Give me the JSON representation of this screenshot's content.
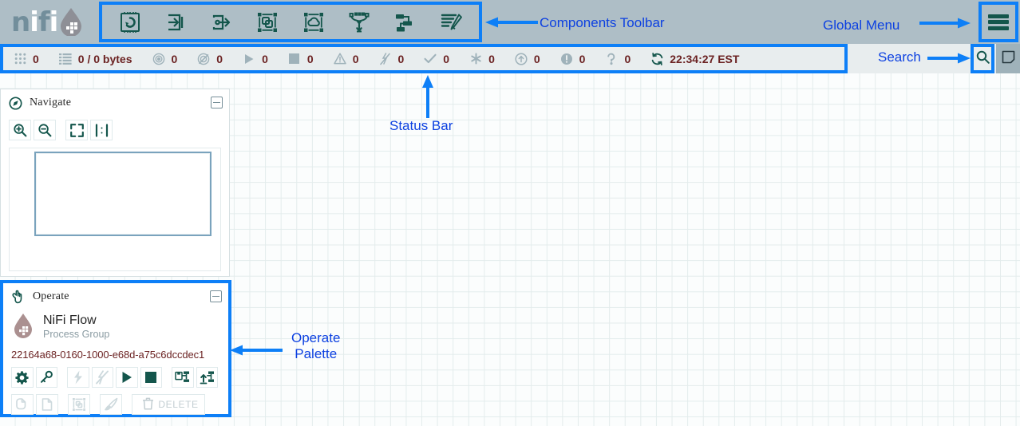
{
  "app": {
    "logo": {
      "text": "nifi",
      "icon": "water-drop-icon"
    }
  },
  "header": {
    "components_toolbar": {
      "items": [
        {
          "name": "processor-tool",
          "label": "Processor",
          "icon": "processor-icon"
        },
        {
          "name": "input-port-tool",
          "label": "Input Port",
          "icon": "input-port-icon"
        },
        {
          "name": "output-port-tool",
          "label": "Output Port",
          "icon": "output-port-icon"
        },
        {
          "name": "process-group-tool",
          "label": "Process Group",
          "icon": "process-group-icon"
        },
        {
          "name": "remote-process-group-tool",
          "label": "Remote Process Group",
          "icon": "remote-process-group-icon"
        },
        {
          "name": "funnel-tool",
          "label": "Funnel",
          "icon": "funnel-icon"
        },
        {
          "name": "template-tool",
          "label": "Template",
          "icon": "template-icon"
        },
        {
          "name": "label-tool",
          "label": "Label",
          "icon": "label-icon"
        }
      ]
    },
    "global_menu": {
      "label": "Global Menu",
      "icon": "hamburger-icon"
    }
  },
  "status_bar": {
    "items": [
      {
        "name": "active-thread-count",
        "icon": "process-groups-icon",
        "value": "0"
      },
      {
        "name": "queued-flowfiles",
        "icon": "queue-list-icon",
        "value": "0 / 0 bytes"
      },
      {
        "name": "transmitting-ports",
        "icon": "transmitting-icon",
        "value": "0"
      },
      {
        "name": "not-transmitting-ports",
        "icon": "not-transmitting-icon",
        "value": "0"
      },
      {
        "name": "running-components",
        "icon": "play-icon",
        "value": "0"
      },
      {
        "name": "stopped-components",
        "icon": "stop-icon",
        "value": "0"
      },
      {
        "name": "invalid-components",
        "icon": "warning-triangle-icon",
        "value": "0"
      },
      {
        "name": "disabled-components",
        "icon": "disabled-icon",
        "value": "0"
      },
      {
        "name": "up-to-date-versions",
        "icon": "check-icon",
        "value": "0"
      },
      {
        "name": "locally-modified-versions",
        "icon": "asterisk-icon",
        "value": "0"
      },
      {
        "name": "stale-versions",
        "icon": "up-arrow-circle-icon",
        "value": "0"
      },
      {
        "name": "locally-modified-and-stale-versions",
        "icon": "exclamation-circle-icon",
        "value": "0"
      },
      {
        "name": "sync-failure-versions",
        "icon": "question-mark-icon",
        "value": "0"
      },
      {
        "name": "last-refreshed",
        "icon": "refresh-icon",
        "value": "22:34:27 EST"
      }
    ]
  },
  "search": {
    "label": "Search",
    "button_icon": "search-icon",
    "notes_icon": "note-page-icon"
  },
  "navigate_panel": {
    "title": "Navigate",
    "icon": "navigate-compass-icon",
    "collapse_icon": "collapse-icon",
    "buttons": [
      {
        "name": "zoom-in-button",
        "icon": "zoom-in-icon"
      },
      {
        "name": "zoom-out-button",
        "icon": "zoom-out-icon"
      },
      {
        "name": "zoom-fit-button",
        "icon": "fit-screen-icon"
      },
      {
        "name": "zoom-actual-size-button",
        "icon": "actual-size-icon"
      }
    ]
  },
  "operate_panel": {
    "title": "Operate",
    "icon": "operate-hand-icon",
    "collapse_icon": "collapse-icon",
    "flow_name": "NiFi Flow",
    "flow_type": "Process Group",
    "flow_id": "22164a68-0160-1000-e68d-a75c6dccdec1",
    "buttons_row1": [
      {
        "name": "configure-button",
        "icon": "gear-icon",
        "enabled": true
      },
      {
        "name": "variable-registry-button",
        "icon": "key-icon",
        "enabled": true
      },
      {
        "name": "enable-button",
        "icon": "lightning-icon",
        "enabled": false
      },
      {
        "name": "disable-button",
        "icon": "lightning-slash-icon",
        "enabled": false
      },
      {
        "name": "start-button",
        "icon": "play-icon",
        "enabled": true
      },
      {
        "name": "stop-button",
        "icon": "stop-icon",
        "enabled": true
      },
      {
        "name": "create-template-button",
        "icon": "template-save-icon",
        "enabled": true
      },
      {
        "name": "upload-template-button",
        "icon": "template-upload-icon",
        "enabled": true
      }
    ],
    "buttons_row2": [
      {
        "name": "copy-button",
        "icon": "copy-icon",
        "enabled": false
      },
      {
        "name": "paste-button",
        "icon": "paste-icon",
        "enabled": false
      },
      {
        "name": "group-button",
        "icon": "group-icon",
        "enabled": false
      },
      {
        "name": "change-color-button",
        "icon": "paintbrush-icon",
        "enabled": false
      }
    ],
    "delete_label": "DELETE",
    "delete_icon": "trash-icon"
  },
  "annotations": [
    {
      "name": "annotation-components-toolbar",
      "text": "Components Toolbar"
    },
    {
      "name": "annotation-global-menu",
      "text": "Global Menu"
    },
    {
      "name": "annotation-search",
      "text": "Search"
    },
    {
      "name": "annotation-status-bar",
      "text": "Status Bar"
    },
    {
      "name": "annotation-operate-palette-line1",
      "text": "Operate"
    },
    {
      "name": "annotation-operate-palette-line2",
      "text": "Palette"
    }
  ],
  "colors": {
    "highlight": "#0d7ff7",
    "annotation_text": "#0d41e1",
    "header_bg": "#aebec6",
    "status_bar_bg": "#e8edee",
    "icon_teal": "#14564c",
    "value_text": "#6b2222"
  }
}
